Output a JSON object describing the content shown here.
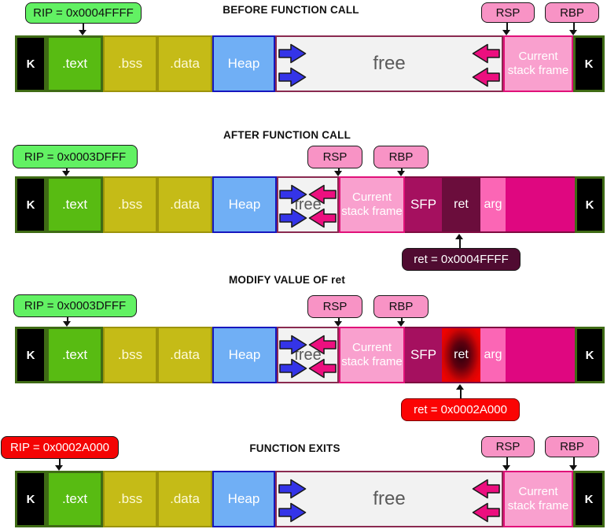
{
  "colors": {
    "rip_green_bg": "#62F163",
    "rip_red_bg": "#F40404",
    "register_pink_bg": "#F893C5",
    "kernel_bg": "#000000",
    "kernel_border_green": "#3F6B15",
    "text_segment_bg": "#58BB12",
    "bss_data_bg": "#C5BB17",
    "heap_bg": "#70AFF5",
    "heap_border": "#1616BE",
    "free_bg": "#F2F2F2",
    "free_border": "#8A2A50",
    "stack_frame_bg": "#F9A0CE",
    "stack_frame_border": "#E01179",
    "sfp_bg": "#A5105F",
    "ret_bg": "#6B0D3C",
    "ret_modified_bg": "#EE0202",
    "arg_bg": "#FB66B5",
    "previous_frame_bg": "#DF0780",
    "heap_grow_arrow": "#3434E8",
    "stack_grow_arrow": "#EC0F7F",
    "ret_note_dark_bg": "#500B31",
    "ret_note_red_bg": "#FB0404"
  },
  "sections": [
    {
      "title": "BEFORE FUNCTION CALL",
      "rip": "RIP = 0x0004FFFF",
      "rsp": "RSP",
      "rbp": "RBP",
      "segments": {
        "k_left": "K",
        "text": ".text",
        "bss": ".bss",
        "data": ".data",
        "heap": "Heap",
        "free": "free",
        "stack": "Current stack frame",
        "k_right": "K"
      }
    },
    {
      "title": "AFTER FUNCTION CALL",
      "rip": "RIP = 0x0003DFFF",
      "rsp": "RSP",
      "rbp": "RBP",
      "segments": {
        "k_left": "K",
        "text": ".text",
        "bss": ".bss",
        "data": ".data",
        "heap": "Heap",
        "free": "free",
        "stack": "Current stack frame",
        "sfp": "SFP",
        "ret": "ret",
        "arg": "arg",
        "k_right": "K"
      },
      "ret_note": "ret = 0x0004FFFF"
    },
    {
      "title": "MODIFY VALUE OF ret",
      "rip": "RIP = 0x0003DFFF",
      "rsp": "RSP",
      "rbp": "RBP",
      "segments": {
        "k_left": "K",
        "text": ".text",
        "bss": ".bss",
        "data": ".data",
        "heap": "Heap",
        "free": "free",
        "stack": "Current stack frame",
        "sfp": "SFP",
        "ret": "ret",
        "arg": "arg",
        "k_right": "K"
      },
      "ret_note": "ret = 0x0002A000"
    },
    {
      "title": "FUNCTION EXITS",
      "rip": "RIP = 0x0002A000",
      "rsp": "RSP",
      "rbp": "RBP",
      "segments": {
        "k_left": "K",
        "text": ".text",
        "bss": ".bss",
        "data": ".data",
        "heap": "Heap",
        "free": "free",
        "stack": "Current stack frame",
        "k_right": "K"
      }
    }
  ]
}
